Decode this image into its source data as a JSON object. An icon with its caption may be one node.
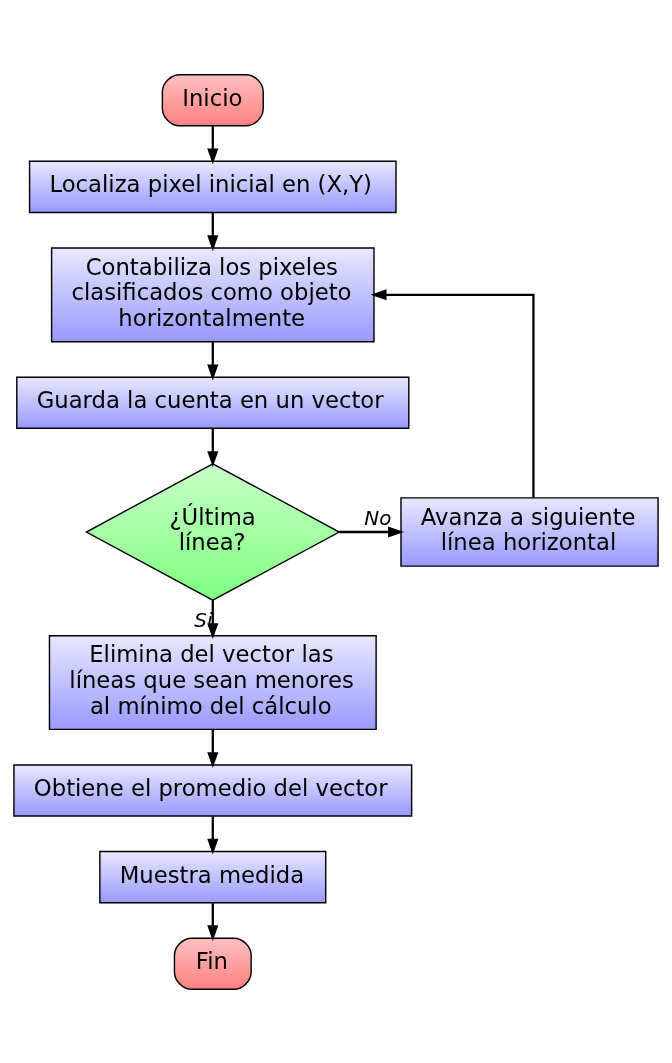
{
  "diagram": {
    "nodes": [
      {
        "text": [
          "Inicio"
        ]
      },
      {
        "text": [
          "Localiza pixel inicial en (X,Y)"
        ]
      },
      {
        "text": [
          "Contabiliza los pixeles clasificados como objeto horizontalmente"
        ]
      },
      {
        "text": [
          "Guarda la cuenta en un vector"
        ]
      },
      {
        "text": [
          "¿Última línea?"
        ]
      },
      {
        "text": [
          "Avanza a siguiente línea horizontal"
        ]
      },
      {
        "text": [
          "Elimina del vector las líneas que sean menores al mínimo del cálculo"
        ]
      },
      {
        "text": [
          "Obtiene el promedio del vector"
        ]
      },
      {
        "text": [
          "Muestra medida"
        ]
      },
      {
        "text": [
          "Fin"
        ]
      }
    ],
    "edges": [
      {
        "from": 0,
        "to": 1,
        "arrow": "to"
      },
      {
        "from": 1,
        "to": 2,
        "arrow": "to"
      },
      {
        "from": 2,
        "to": 3,
        "arrow": "to"
      },
      {
        "from": 3,
        "to": 4,
        "arrow": "to"
      },
      {
        "from": 4,
        "to": 5,
        "arrow": "to",
        "label": "No"
      },
      {
        "from": 5,
        "to": 2,
        "arrow": "to"
      },
      {
        "from": 4,
        "to": 6,
        "arrow": "to",
        "label": "Si"
      },
      {
        "from": 6,
        "to": 7,
        "arrow": "to"
      },
      {
        "from": 7,
        "to": 8,
        "arrow": "to"
      },
      {
        "from": 8,
        "to": 9,
        "arrow": "to"
      }
    ]
  }
}
